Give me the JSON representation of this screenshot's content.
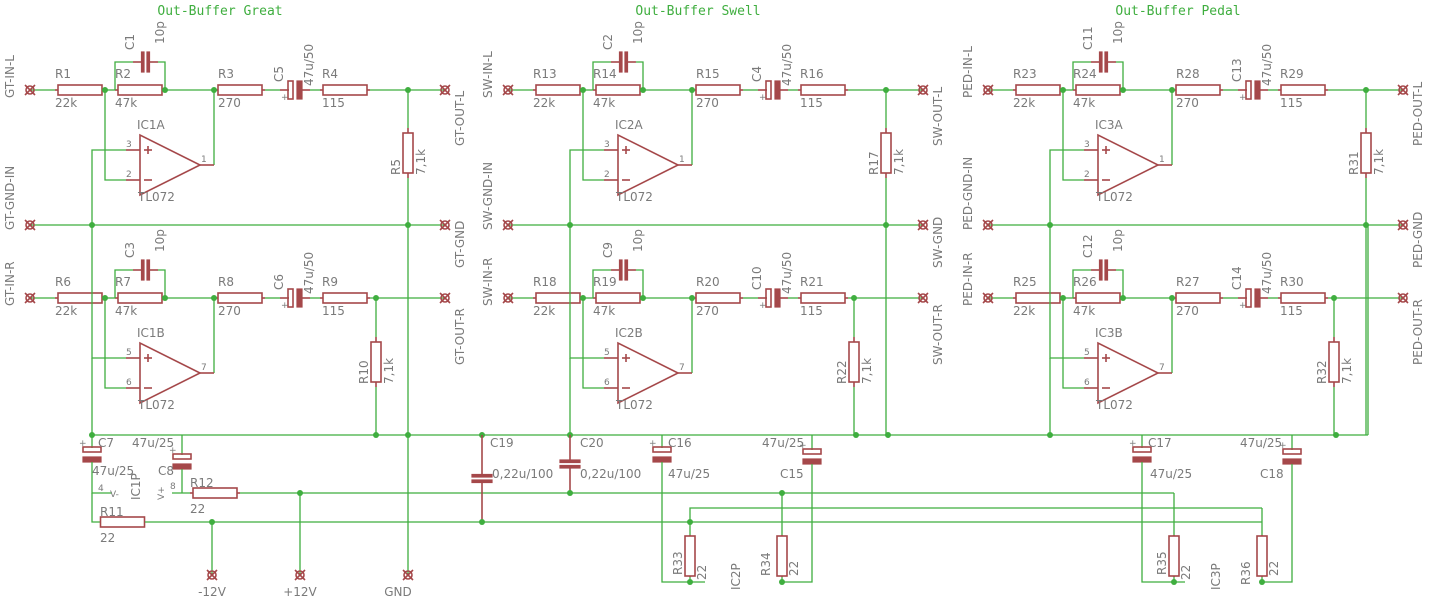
{
  "titles": [
    "Out-Buffer Great",
    "Out-Buffer Swell",
    "Out-Buffer Pedal"
  ],
  "blocks": [
    {
      "in_l": "GT-IN-L",
      "gnd_in": "GT-GND-IN",
      "in_r": "GT-IN-R",
      "out_l": "GT-OUT-L",
      "gnd": "GT-GND",
      "out_r": "GT-OUT-R",
      "top": {
        "r_in": "R1",
        "r_fb": "R2",
        "cap_fb": "C1",
        "r_out": "R3",
        "cap_out": "C5",
        "r_ser": "R4",
        "r_load": "R5",
        "ic": "IC1A",
        "pin_p": "3",
        "pin_n": "2",
        "pin_o": "1"
      },
      "bot": {
        "r_in": "R6",
        "r_fb": "R7",
        "cap_fb": "C3",
        "r_out": "R8",
        "cap_out": "C6",
        "r_ser": "R9",
        "r_load": "R10",
        "ic": "IC1B",
        "pin_p": "5",
        "pin_n": "6",
        "pin_o": "7"
      }
    },
    {
      "in_l": "SW-IN-L",
      "gnd_in": "SW-GND-IN",
      "in_r": "SW-IN-R",
      "out_l": "SW-OUT-L",
      "gnd": "SW-GND",
      "out_r": "SW-OUT-R",
      "top": {
        "r_in": "R13",
        "r_fb": "R14",
        "cap_fb": "C2",
        "r_out": "R15",
        "cap_out": "C4",
        "r_ser": "R16",
        "r_load": "R17",
        "ic": "IC2A",
        "pin_p": "3",
        "pin_n": "2",
        "pin_o": "1"
      },
      "bot": {
        "r_in": "R18",
        "r_fb": "R19",
        "cap_fb": "C9",
        "r_out": "R20",
        "cap_out": "C10",
        "r_ser": "R21",
        "r_load": "R22",
        "ic": "IC2B",
        "pin_p": "5",
        "pin_n": "6",
        "pin_o": "7"
      }
    },
    {
      "in_l": "PED-IN-L",
      "gnd_in": "PED-GND-IN",
      "in_r": "PED-IN-R",
      "out_l": "PED-OUT-L",
      "gnd": "PED-GND",
      "out_r": "PED-OUT-R",
      "top": {
        "r_in": "R23",
        "r_fb": "R24",
        "cap_fb": "C11",
        "r_out": "R28",
        "cap_out": "C13",
        "r_ser": "R29",
        "r_load": "R31",
        "ic": "IC3A",
        "pin_p": "3",
        "pin_n": "2",
        "pin_o": "1"
      },
      "bot": {
        "r_in": "R25",
        "r_fb": "R26",
        "cap_fb": "C12",
        "r_out": "R27",
        "cap_out": "C14",
        "r_ser": "R30",
        "r_load": "R32",
        "ic": "IC3B",
        "pin_p": "5",
        "pin_n": "6",
        "pin_o": "7"
      }
    }
  ],
  "values": {
    "r_in": "22k",
    "r_fb": "47k",
    "cap_fb": "10p",
    "r_out": "270",
    "cap_out": "47u/50",
    "r_ser": "115",
    "r_load": "7,1k",
    "opamp": "TL072"
  },
  "power": {
    "c7": "C7",
    "c8": "C8",
    "c7_val": "47u/25",
    "c8_val": "47u/25",
    "ic1p": "IC1P",
    "pin4": "4",
    "pin8": "8",
    "vminus": "V-",
    "vplus": "V+",
    "r12": "R12",
    "r12_val": "22",
    "r11": "R11",
    "r11_val": "22",
    "c19": "C19",
    "c19_val": "0,22u/100",
    "c20": "C20",
    "c20_val": "0,22u/100",
    "c16": "C16",
    "c16_val": "47u/25",
    "c15": "C15",
    "c15_val": "47u/25",
    "r33": "R33",
    "r33_val": "22",
    "r34": "R34",
    "r34_val": "22",
    "ic2p": "IC2P",
    "c17": "C17",
    "c17_val": "47u/25",
    "c18": "C18",
    "c18_val": "47u/25",
    "r35": "R35",
    "r35_val": "22",
    "r36": "R36",
    "r36_val": "22",
    "ic3p": "IC3P",
    "neg12": "-12V",
    "pos12": "+12V",
    "gnd": "GND"
  }
}
